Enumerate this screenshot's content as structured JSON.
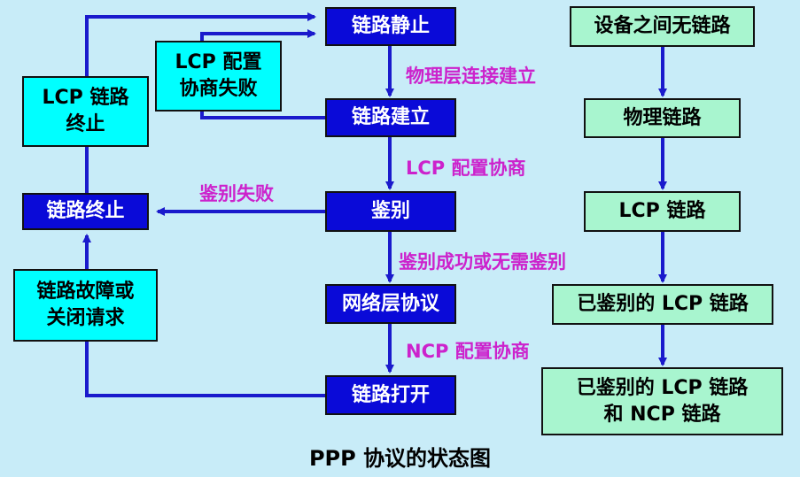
{
  "states": {
    "link_dead": "链路静止",
    "link_establish": "链路建立",
    "authenticate": "鉴别",
    "network_protocol": "网络层协议",
    "link_open": "链路打开",
    "link_terminate": "链路终止"
  },
  "side_boxes": {
    "lcp_config_fail": "LCP 配置\n协商失败",
    "lcp_link_terminate": "LCP 链路\n终止",
    "link_fault_close": "链路故障或\n关闭请求"
  },
  "transitions": {
    "physical_up": "物理层连接建立",
    "lcp_negotiate": "LCP 配置协商",
    "auth_fail": "鉴别失败",
    "auth_ok": "鉴别成功或无需鉴别",
    "ncp_negotiate": "NCP 配置协商"
  },
  "link_states": {
    "no_link": "设备之间无链路",
    "physical_link": "物理链路",
    "lcp_link": "LCP 链路",
    "auth_lcp_link": "已鉴别的 LCP 链路",
    "auth_lcp_ncp_link": "已鉴别的 LCP 链路\n和 NCP 链路"
  },
  "caption": "PPP 协议的状态图",
  "colors": {
    "background": "#c8ecf8",
    "state_fill": "#0a0ad8",
    "side_fill": "#00ffff",
    "link_fill": "#a8f5cf",
    "arrow": "#1a1acc",
    "label": "#cc22cc"
  }
}
